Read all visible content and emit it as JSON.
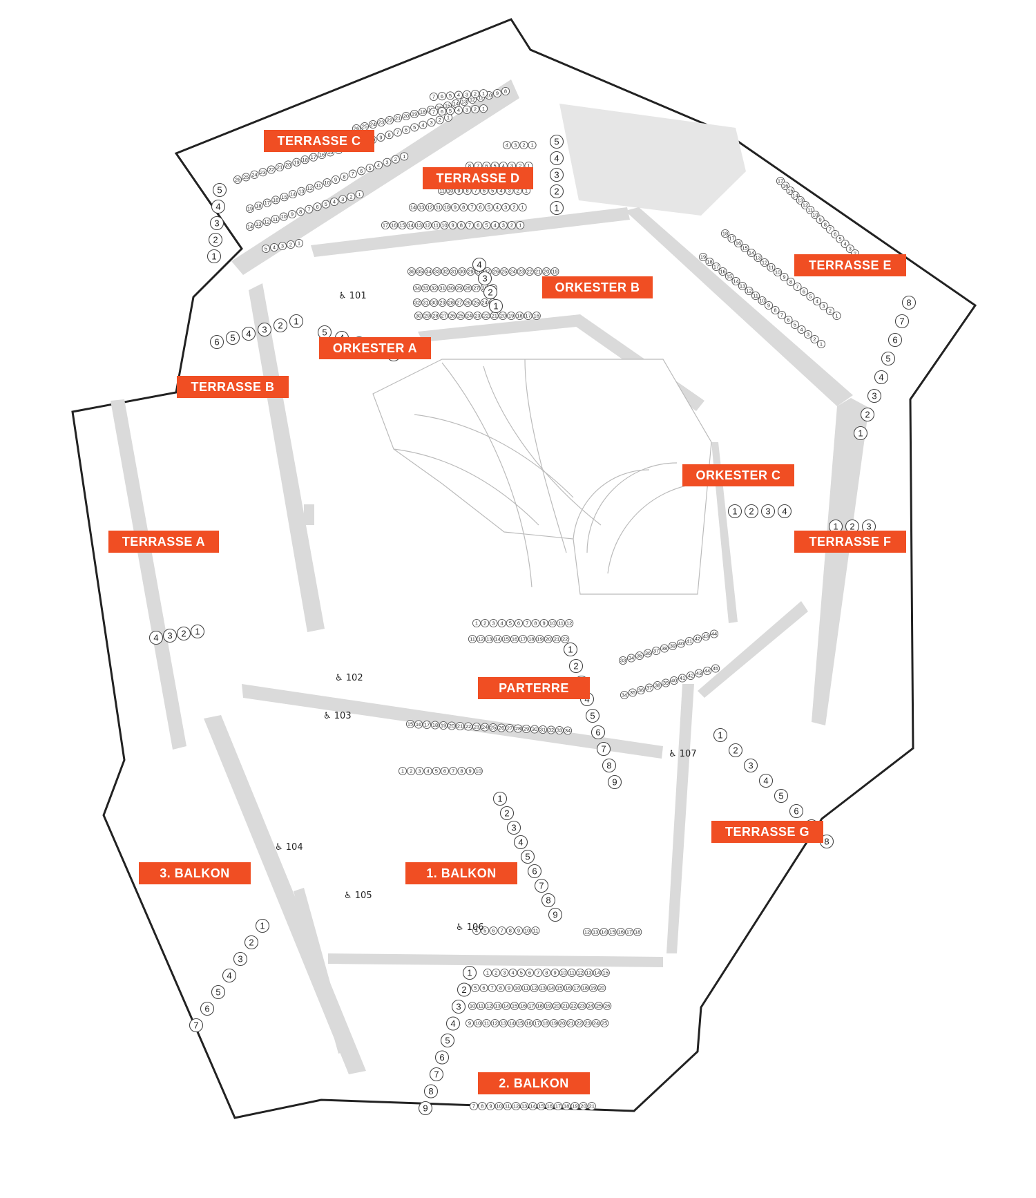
{
  "sections": [
    {
      "id": "terrasse-c",
      "label": "TERRASSE C"
    },
    {
      "id": "terrasse-d",
      "label": "TERRASSE D"
    },
    {
      "id": "terrasse-e",
      "label": "TERRASSE E"
    },
    {
      "id": "orkester-b",
      "label": "ORKESTER B"
    },
    {
      "id": "orkester-a",
      "label": "ORKESTER A"
    },
    {
      "id": "terrasse-b",
      "label": "TERRASSE B"
    },
    {
      "id": "orkester-c",
      "label": "ORKESTER C"
    },
    {
      "id": "terrasse-a",
      "label": "TERRASSE A"
    },
    {
      "id": "terrasse-f",
      "label": "TERRASSE F"
    },
    {
      "id": "parterre",
      "label": "PARTERRE"
    },
    {
      "id": "terrasse-g",
      "label": "TERRASSE G"
    },
    {
      "id": "balkon-3",
      "label": "3. BALKON"
    },
    {
      "id": "balkon-1",
      "label": "1. BALKON"
    },
    {
      "id": "balkon-2",
      "label": "2. BALKON"
    }
  ],
  "seat_rows": [
    {
      "section": "terrasse-c",
      "row": "1",
      "seats": [
        "5",
        "4",
        "3",
        "2",
        "1"
      ]
    },
    {
      "section": "terrasse-c",
      "row": "2",
      "seats": [
        "14",
        "13",
        "12",
        "11",
        "10",
        "9",
        "8",
        "7",
        "6",
        "5",
        "4",
        "3",
        "2",
        "1"
      ]
    },
    {
      "section": "terrasse-c",
      "row": "3",
      "seats": [
        "19",
        "18",
        "17",
        "16",
        "15",
        "14",
        "13",
        "12",
        "11",
        "10",
        "9",
        "8",
        "7",
        "6",
        "5",
        "4",
        "3",
        "2",
        "1"
      ]
    },
    {
      "section": "terrasse-c",
      "row": "4",
      "seats": [
        "26",
        "25",
        "24",
        "23",
        "22",
        "21",
        "20",
        "19",
        "18",
        "17",
        "16",
        "15",
        "14",
        "13",
        "12",
        "11",
        "10",
        "9",
        "8",
        "7",
        "6",
        "5",
        "4",
        "3",
        "2",
        "1"
      ]
    },
    {
      "section": "terrasse-c",
      "row": "5",
      "seats": [
        "26",
        "25",
        "24",
        "23",
        "22",
        "21",
        "20",
        "19",
        "18",
        "17",
        "16",
        "15",
        "14",
        "13",
        "12",
        "11",
        "10",
        "9",
        "8"
      ]
    },
    {
      "section": "terrasse-c",
      "row": "6",
      "seats": [
        "7",
        "6",
        "5",
        "4",
        "3",
        "2",
        "1"
      ]
    },
    {
      "section": "terrasse-c",
      "row": "7",
      "seats": [
        "7",
        "6",
        "5",
        "4",
        "3",
        "2",
        "1"
      ]
    },
    {
      "section": "terrasse-d",
      "row": "1",
      "seats": [
        "17",
        "16",
        "15",
        "14",
        "13",
        "12",
        "11",
        "10",
        "9",
        "8",
        "7",
        "6",
        "5",
        "4",
        "3",
        "2",
        "1"
      ]
    },
    {
      "section": "terrasse-d",
      "row": "2",
      "seats": [
        "14",
        "13",
        "12",
        "11",
        "10",
        "9",
        "8",
        "7",
        "6",
        "5",
        "4",
        "3",
        "2",
        "1"
      ]
    },
    {
      "section": "terrasse-d",
      "row": "3",
      "seats": [
        "11",
        "10",
        "9",
        "8",
        "7",
        "6",
        "5",
        "4",
        "3",
        "2",
        "1"
      ]
    },
    {
      "section": "terrasse-d",
      "row": "4",
      "seats": [
        "8",
        "7",
        "6",
        "5",
        "4",
        "3",
        "2",
        "1"
      ]
    },
    {
      "section": "terrasse-d",
      "row": "5",
      "seats": [
        "4",
        "3",
        "2",
        "1"
      ]
    },
    {
      "section": "orkester-b",
      "row": "1",
      "seats": [
        "30",
        "29",
        "28",
        "27",
        "26",
        "25",
        "24",
        "23",
        "22",
        "21",
        "20",
        "19",
        "18",
        "17",
        "16"
      ]
    },
    {
      "section": "orkester-b",
      "row": "2",
      "seats": [
        "32",
        "31",
        "30",
        "29",
        "28",
        "27",
        "26",
        "25",
        "24",
        "23"
      ]
    },
    {
      "section": "orkester-b",
      "row": "3",
      "seats": [
        "34",
        "33",
        "32",
        "31",
        "30",
        "29",
        "28",
        "27",
        "26",
        "25"
      ]
    },
    {
      "section": "orkester-b",
      "row": "4",
      "seats": [
        "36",
        "35",
        "34",
        "33",
        "32",
        "31",
        "30",
        "29",
        "28",
        "27",
        "26",
        "25",
        "24",
        "23",
        "22",
        "21",
        "20",
        "19"
      ]
    },
    {
      "section": "terrasse-e",
      "row": "1",
      "seats": [
        "19",
        "18",
        "17",
        "16",
        "15",
        "14",
        "13",
        "12",
        "11",
        "10",
        "9",
        "8",
        "7",
        "6",
        "5",
        "4",
        "3",
        "2",
        "1"
      ]
    },
    {
      "section": "terrasse-e",
      "row": "2",
      "seats": [
        "18",
        "17",
        "16",
        "15",
        "14",
        "13",
        "12",
        "11",
        "10",
        "9",
        "8",
        "7",
        "6",
        "5",
        "4",
        "3",
        "2",
        "1"
      ]
    },
    {
      "section": "terrasse-e",
      "row": "3",
      "seats": [
        "17",
        "16",
        "15",
        "14",
        "13",
        "12",
        "11",
        "10",
        "9",
        "8",
        "7",
        "6",
        "5",
        "4",
        "3",
        "2",
        "1"
      ]
    },
    {
      "section": "parterre",
      "row": "1",
      "seats": [
        "1",
        "2",
        "3",
        "4",
        "5",
        "6",
        "7",
        "8",
        "9",
        "10",
        "11",
        "12"
      ]
    },
    {
      "section": "parterre",
      "row": "2",
      "seats": [
        "11",
        "12",
        "13",
        "14",
        "15",
        "16",
        "17",
        "18",
        "19",
        "20",
        "21",
        "22"
      ]
    },
    {
      "section": "parterre",
      "row": "3",
      "seats": [
        "15",
        "16",
        "17",
        "18",
        "19",
        "20",
        "21",
        "22",
        "23",
        "24",
        "25",
        "26",
        "27",
        "28",
        "29",
        "30",
        "31",
        "32",
        "33",
        "34"
      ]
    },
    {
      "section": "parterre",
      "row": "4",
      "seats": [
        "33",
        "34",
        "35",
        "36",
        "37",
        "38",
        "39",
        "40",
        "41",
        "42",
        "43",
        "44"
      ]
    },
    {
      "section": "parterre",
      "row": "5",
      "seats": [
        "34",
        "35",
        "36",
        "37",
        "38",
        "39",
        "40",
        "41",
        "42",
        "43",
        "44",
        "45"
      ]
    },
    {
      "section": "balkon-2",
      "row": "1",
      "seats": [
        "1",
        "2",
        "3",
        "4",
        "5",
        "6",
        "7",
        "8",
        "9",
        "10",
        "11",
        "12",
        "13",
        "14",
        "15"
      ]
    },
    {
      "section": "balkon-2",
      "row": "2",
      "seats": [
        "4",
        "5",
        "6",
        "7",
        "8",
        "9",
        "10",
        "11",
        "12",
        "13",
        "14",
        "15",
        "16",
        "17",
        "18",
        "19",
        "20"
      ]
    },
    {
      "section": "balkon-2",
      "row": "3",
      "seats": [
        "10",
        "11",
        "12",
        "13",
        "14",
        "15",
        "16",
        "17",
        "18",
        "19",
        "20",
        "21",
        "22",
        "23",
        "24",
        "25",
        "26"
      ]
    },
    {
      "section": "balkon-2",
      "row": "4",
      "seats": [
        "9",
        "10",
        "11",
        "12",
        "13",
        "14",
        "15",
        "16",
        "17",
        "18",
        "19",
        "20",
        "21",
        "22",
        "23",
        "24",
        "25"
      ]
    },
    {
      "section": "balkon-2",
      "row": "9",
      "seats": [
        "7",
        "8",
        "9",
        "10",
        "11",
        "12",
        "13",
        "14",
        "15",
        "16",
        "17",
        "18",
        "19",
        "20",
        "21"
      ]
    },
    {
      "section": "balkon-1",
      "row": "1",
      "seats": [
        "1",
        "2",
        "3",
        "4",
        "5",
        "6",
        "7",
        "8",
        "9",
        "10"
      ]
    },
    {
      "section": "balkon-1",
      "row": "9",
      "seats": [
        "4",
        "5",
        "6",
        "7",
        "8",
        "9",
        "10",
        "11"
      ]
    },
    {
      "section": "balkon-1",
      "row": "8",
      "seats": [
        "12",
        "13",
        "14",
        "15",
        "16",
        "17",
        "18"
      ]
    }
  ],
  "row_numbers": {
    "terrasse-c": [
      "5",
      "4",
      "3",
      "2",
      "1"
    ],
    "terrasse-d": [
      "5",
      "4",
      "3",
      "2",
      "1"
    ],
    "orkester-b": [
      "4",
      "3",
      "2",
      "1"
    ],
    "terrasse-e": [
      "8",
      "7",
      "6",
      "5",
      "4",
      "3",
      "2",
      "1"
    ],
    "orkester-a": [
      "5",
      "4",
      "3",
      "2",
      "1"
    ],
    "terrasse-b": [
      "6",
      "5",
      "4",
      "3",
      "2",
      "1"
    ],
    "orkester-c": [
      "1",
      "2",
      "3",
      "4"
    ],
    "terrasse-a": [
      "4",
      "3",
      "2",
      "1"
    ],
    "terrasse-f": [
      "1",
      "2",
      "3"
    ],
    "parterre": [
      "1",
      "2",
      "3",
      "4",
      "5",
      "6",
      "7",
      "8",
      "9"
    ],
    "balkon-1": [
      "1",
      "2",
      "3",
      "4",
      "5",
      "6",
      "7",
      "8",
      "9"
    ],
    "terrasse-g": [
      "1",
      "2",
      "3",
      "4",
      "5",
      "6",
      "7",
      "8"
    ],
    "balkon-3": [
      "1",
      "2",
      "3",
      "4",
      "5",
      "6",
      "7"
    ],
    "balkon-2": [
      "1",
      "2",
      "3",
      "4",
      "5",
      "6",
      "7",
      "8",
      "9"
    ]
  },
  "wheelchair": {
    "symbol": "♿",
    "places": [
      "101",
      "102",
      "103",
      "104",
      "105",
      "106",
      "107"
    ]
  },
  "colors": {
    "label_bg": "#f04e23",
    "label_text": "#ffffff",
    "outline": "#222222",
    "aisle": "#dcdcdc",
    "stage_line": "#bbbbbb"
  }
}
